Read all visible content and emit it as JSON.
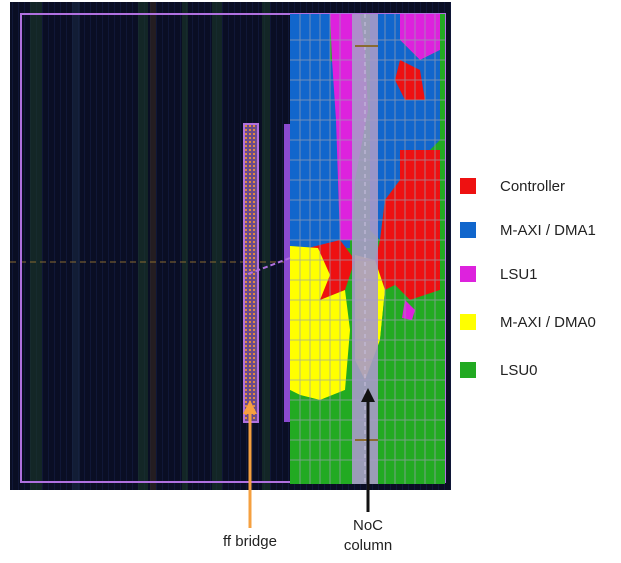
{
  "legend": {
    "items": [
      {
        "label": "Controller",
        "color": "#ee1111"
      },
      {
        "label": "M-AXI / DMA1",
        "color": "#1166cc"
      },
      {
        "label": "LSU1",
        "color": "#dd22dd"
      },
      {
        "label": "M-AXI / DMA0",
        "color": "#ffff00"
      },
      {
        "label": "LSU0",
        "color": "#22aa22"
      }
    ]
  },
  "annotations": {
    "ff_bridge": {
      "label": "ff bridge",
      "arrow_color": "#f5a040"
    },
    "noc_column": {
      "line1": "NoC",
      "line2": "column",
      "arrow_color": "#111111"
    }
  },
  "colors": {
    "device_background": "#0a0e24",
    "floorplan_outline": "#b070e0",
    "noc_column": "#a89ac8",
    "grid_lines": "#9aa0b0"
  }
}
